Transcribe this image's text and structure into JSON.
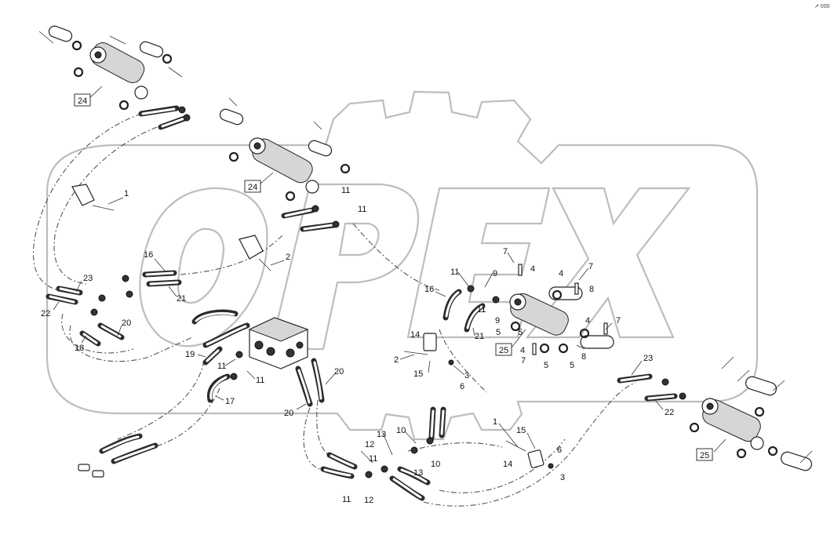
{
  "watermark_text": "OPEX",
  "corner_mark": "↗ 000",
  "callouts": [
    {
      "id": "c24a",
      "text": "24",
      "boxed": true
    },
    {
      "id": "c24b",
      "text": "24",
      "boxed": true
    },
    {
      "id": "c25a",
      "text": "25",
      "boxed": true
    },
    {
      "id": "c25b",
      "text": "25",
      "boxed": true
    },
    {
      "id": "c1a",
      "text": "1"
    },
    {
      "id": "c1b",
      "text": "1"
    },
    {
      "id": "c2a",
      "text": "2"
    },
    {
      "id": "c2b",
      "text": "2"
    },
    {
      "id": "c3a",
      "text": "3"
    },
    {
      "id": "c3b",
      "text": "3"
    },
    {
      "id": "c4a",
      "text": "4"
    },
    {
      "id": "c4b",
      "text": "4"
    },
    {
      "id": "c4c",
      "text": "4"
    },
    {
      "id": "c4d",
      "text": "4"
    },
    {
      "id": "c5a",
      "text": "5"
    },
    {
      "id": "c5b",
      "text": "5"
    },
    {
      "id": "c5c",
      "text": "5"
    },
    {
      "id": "c5d",
      "text": "5"
    },
    {
      "id": "c6a",
      "text": "6"
    },
    {
      "id": "c6b",
      "text": "6"
    },
    {
      "id": "c7a",
      "text": "7"
    },
    {
      "id": "c7b",
      "text": "7"
    },
    {
      "id": "c7c",
      "text": "7"
    },
    {
      "id": "c7d",
      "text": "7"
    },
    {
      "id": "c8a",
      "text": "8"
    },
    {
      "id": "c8b",
      "text": "8"
    },
    {
      "id": "c9a",
      "text": "9"
    },
    {
      "id": "c9b",
      "text": "9"
    },
    {
      "id": "c10a",
      "text": "10"
    },
    {
      "id": "c10b",
      "text": "10"
    },
    {
      "id": "c11a",
      "text": "11"
    },
    {
      "id": "c11b",
      "text": "11"
    },
    {
      "id": "c11c",
      "text": "11"
    },
    {
      "id": "c11d",
      "text": "11"
    },
    {
      "id": "c11e",
      "text": "11"
    },
    {
      "id": "c11f",
      "text": "11"
    },
    {
      "id": "c11g",
      "text": "11"
    },
    {
      "id": "c11h",
      "text": "11"
    },
    {
      "id": "c12a",
      "text": "12"
    },
    {
      "id": "c12b",
      "text": "12"
    },
    {
      "id": "c13a",
      "text": "13"
    },
    {
      "id": "c13b",
      "text": "13"
    },
    {
      "id": "c14a",
      "text": "14"
    },
    {
      "id": "c14b",
      "text": "14"
    },
    {
      "id": "c15a",
      "text": "15"
    },
    {
      "id": "c15b",
      "text": "15"
    },
    {
      "id": "c16a",
      "text": "16"
    },
    {
      "id": "c16b",
      "text": "16"
    },
    {
      "id": "c17",
      "text": "17"
    },
    {
      "id": "c18",
      "text": "18"
    },
    {
      "id": "c19",
      "text": "19"
    },
    {
      "id": "c20a",
      "text": "20"
    },
    {
      "id": "c20b",
      "text": "20"
    },
    {
      "id": "c20c",
      "text": "20"
    },
    {
      "id": "c21a",
      "text": "21"
    },
    {
      "id": "c21b",
      "text": "21"
    },
    {
      "id": "c22a",
      "text": "22"
    },
    {
      "id": "c22b",
      "text": "22"
    },
    {
      "id": "c23a",
      "text": "23"
    },
    {
      "id": "c23b",
      "text": "23"
    }
  ]
}
